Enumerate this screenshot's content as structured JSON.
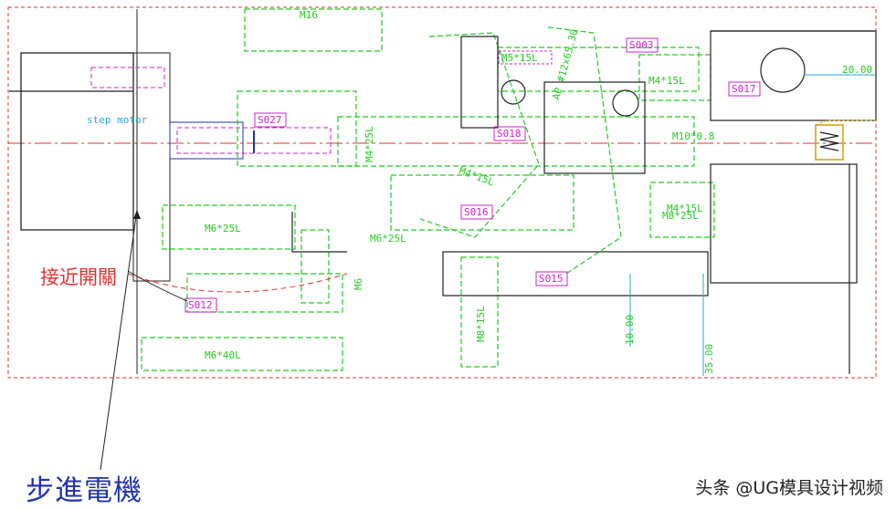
{
  "drawing": {
    "part_tags": [
      "S003",
      "S017",
      "S027",
      "S018",
      "S016",
      "S015",
      "S012"
    ],
    "screw_labels": [
      "M16",
      "M5*15L",
      "M4*15L",
      "M10*0.8",
      "M6*25L",
      "M6*25L",
      "M6",
      "M4*15L",
      "M8*15L",
      "M6*40L",
      "M8*25L",
      "M4*15L"
    ],
    "motor_label": "step motor",
    "small_labels": [
      "M4*25L",
      "AP #12x65.30"
    ],
    "dims": [
      "20.00",
      "10.00",
      "35.00"
    ]
  },
  "captions": {
    "motor_caption": "步進電機",
    "switch_caption": "接近開關"
  },
  "watermark": "头条 @UG模具设计视频",
  "colors": {
    "red": "#e03030",
    "green": "#22cc22",
    "magenta": "#d020d0",
    "blue": "#2233aa",
    "black": "#222222"
  }
}
